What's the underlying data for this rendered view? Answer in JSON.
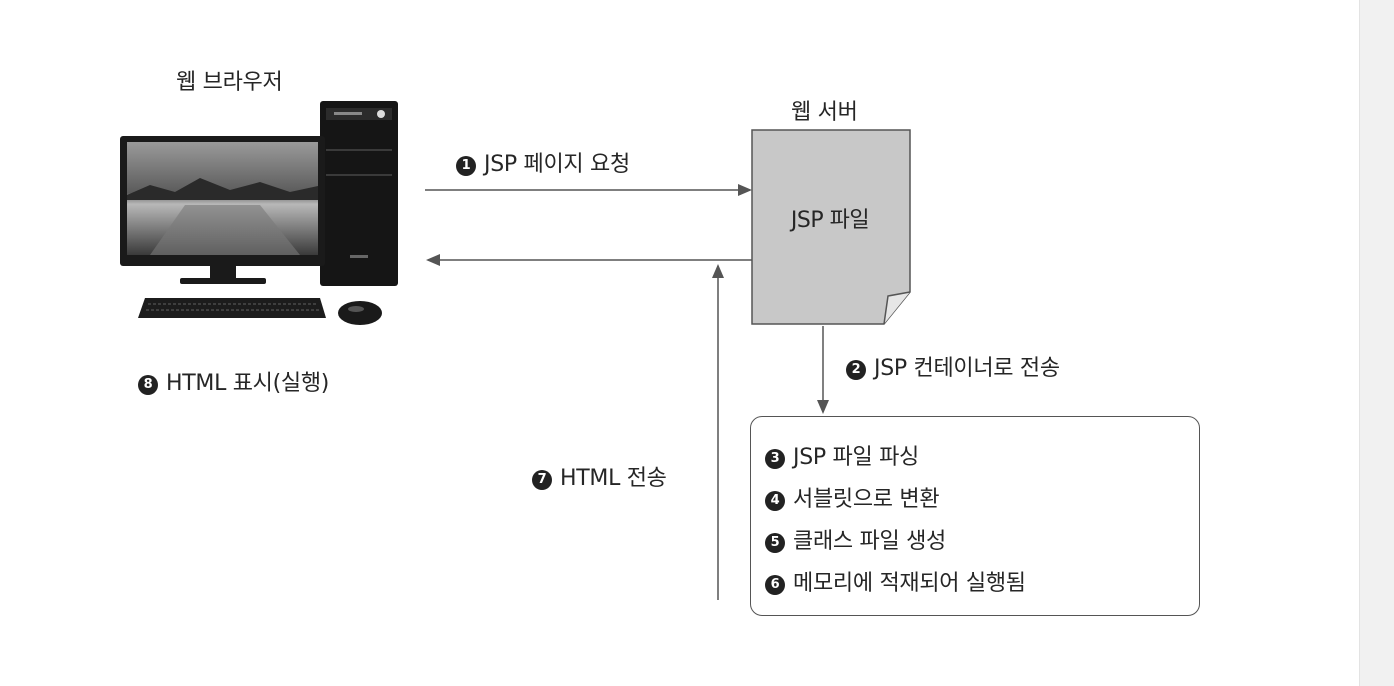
{
  "browser": {
    "title": "웹 브라우저",
    "display_step": {
      "number": "8",
      "text": "HTML 표시(실행)"
    }
  },
  "server": {
    "title": "웹 서버",
    "document_label": "JSP 파일"
  },
  "flows": {
    "request": {
      "number": "1",
      "text": "JSP 페이지 요청"
    },
    "to_container": {
      "number": "2",
      "text": "JSP 컨테이너로 전송"
    },
    "response": {
      "number": "7",
      "text": "HTML 전송"
    }
  },
  "container_steps": [
    {
      "number": "3",
      "text": "JSP 파일 파싱"
    },
    {
      "number": "4",
      "text": "서블릿으로 변환"
    },
    {
      "number": "5",
      "text": "클래스 파일 생성"
    },
    {
      "number": "6",
      "text": "메모리에 적재되어 실행됨"
    }
  ],
  "colors": {
    "arrow": "#555555",
    "document_fill": "#c8c8c8",
    "badge": "#222222",
    "monitor": "#1a1a1a"
  }
}
